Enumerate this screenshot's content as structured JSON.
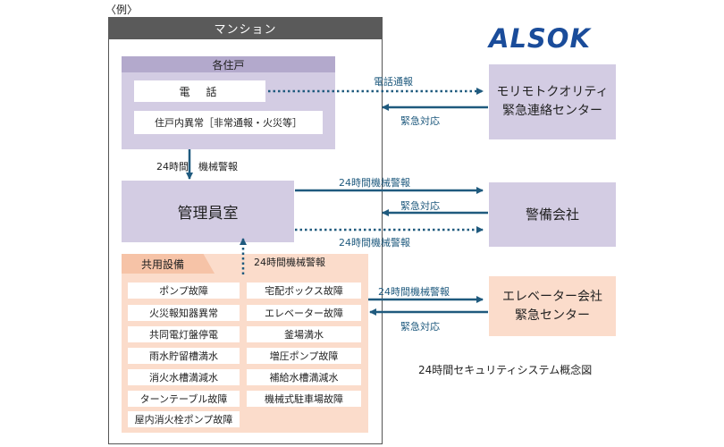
{
  "example_label": "〈例〉",
  "logo": "ALSOK",
  "mansion": {
    "title": "マンション",
    "units": {
      "title": "各住戸",
      "phone": "電話",
      "abnormal": "住戸内異常［非常通報・火災等］"
    },
    "alarm_units_to_mgmt": "24時間　機械警報",
    "management_room": "管理員室",
    "shared": {
      "title": "共用設備",
      "alarm_to_mgmt": "24時間機械警報",
      "facilities": [
        "ポンプ故障",
        "宅配ボックス故障",
        "火災報知器異常",
        "エレベーター故障",
        "共同電灯盤停電",
        "釜場満水",
        "雨水貯留槽満水",
        "増圧ポンプ故障",
        "消火水槽満減水",
        "補給水槽満減水",
        "ターンテーブル故障",
        "機械式駐車場故障",
        "屋内消火栓ポンプ故障"
      ]
    }
  },
  "external": {
    "morimoto": {
      "line1": "モリモトクオリティ",
      "line2": "緊急連絡センター"
    },
    "security": {
      "label": "警備会社"
    },
    "elevator": {
      "line1": "エレベーター会社",
      "line2": "緊急センター"
    }
  },
  "arrows": {
    "phone_report": "電話通報",
    "emergency_response_1": "緊急対応",
    "alarm_24h_top": "24時間機械警報",
    "emergency_response_2": "緊急対応",
    "alarm_24h_bottom": "24時間機械警報",
    "alarm_24h_elevator": "24時間機械警報",
    "emergency_response_3": "緊急対応"
  },
  "caption": "24時間セキュリティシステム概念図",
  "colors": {
    "arrow": "#1f5a7e",
    "lavender": "#d3cce3",
    "lavender_header": "#b3a9cc",
    "peach": "#fbdccb",
    "peach_tab": "#f6c3a7",
    "header_gray": "#5a5a5a",
    "logo_blue": "#1a4c9a"
  }
}
